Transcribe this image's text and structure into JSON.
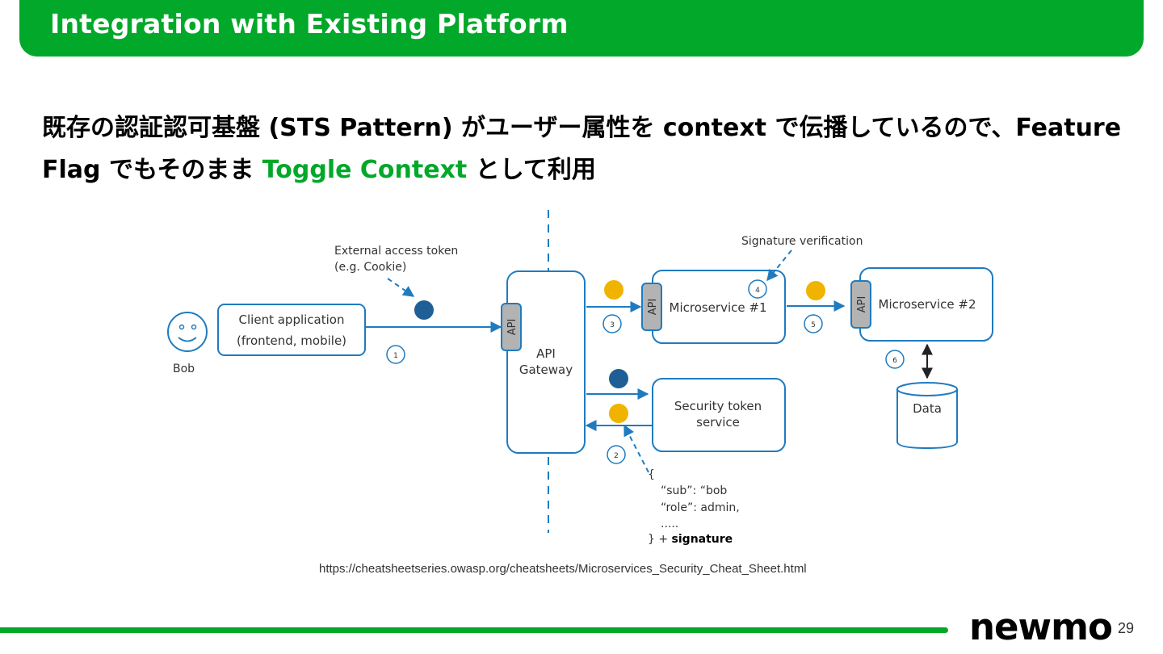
{
  "header": {
    "title": "Integration with Existing Platform"
  },
  "headline": {
    "part1": "既存の認証認可基盤 (STS Pattern) がユーザー属性を context で伝播しているので、Feature Flag でもそのまま ",
    "highlight": "Toggle Context",
    "part2": " として利用"
  },
  "diagram": {
    "user_label": "Bob",
    "client_line1": "Client application",
    "client_line2": "(frontend, mobile)",
    "ext_token_line1": "External access token",
    "ext_token_line2": "(e.g. Cookie)",
    "api_tab": "API",
    "gateway_line1": "API",
    "gateway_line2": "Gateway",
    "sig_verification": "Signature verification",
    "ms1": "Microservice #1",
    "ms2": "Microservice #2",
    "sts_line1": "Security token",
    "sts_line2": "service",
    "data": "Data",
    "steps": [
      "1",
      "2",
      "3",
      "4",
      "5",
      "6"
    ],
    "json_open": "{",
    "json_sub": "“sub”: “bob",
    "json_role": "“role”: admin,",
    "json_dots": ".....",
    "json_close": "} + ",
    "json_sig": "signature",
    "colors": {
      "token_dark": "#1f5f96",
      "token_gold": "#f0b400",
      "line": "#1f7bc0"
    }
  },
  "source_url": "https://cheatsheetseries.owasp.org/cheatsheets/Microservices_Security_Cheat_Sheet.html",
  "footer": {
    "logo": "newmo",
    "page_number": "29"
  }
}
